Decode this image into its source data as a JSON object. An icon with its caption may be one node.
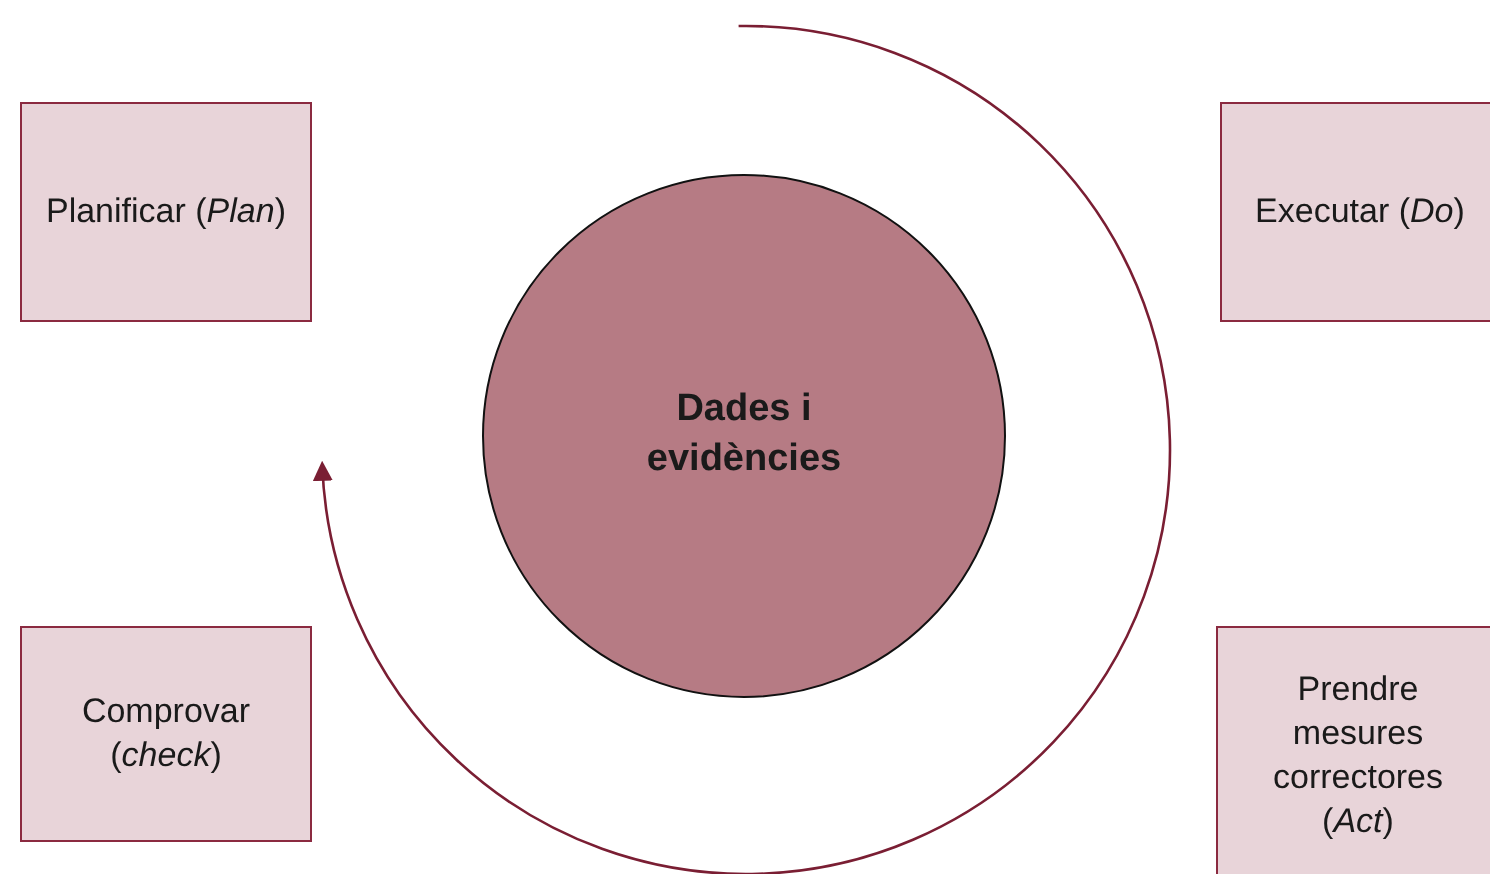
{
  "diagram": {
    "nodes": [
      {
        "text": [
          "Planificar (*Plan*)"
        ]
      },
      {
        "text": [
          "Executar (*Do*)"
        ]
      },
      {
        "text": [
          "Dades i evidències"
        ]
      },
      {
        "text": [
          "Comprovar (*check*)"
        ]
      },
      {
        "text": [
          "Prendre mesures correctores (*Act*)"
        ]
      }
    ],
    "edges": []
  }
}
